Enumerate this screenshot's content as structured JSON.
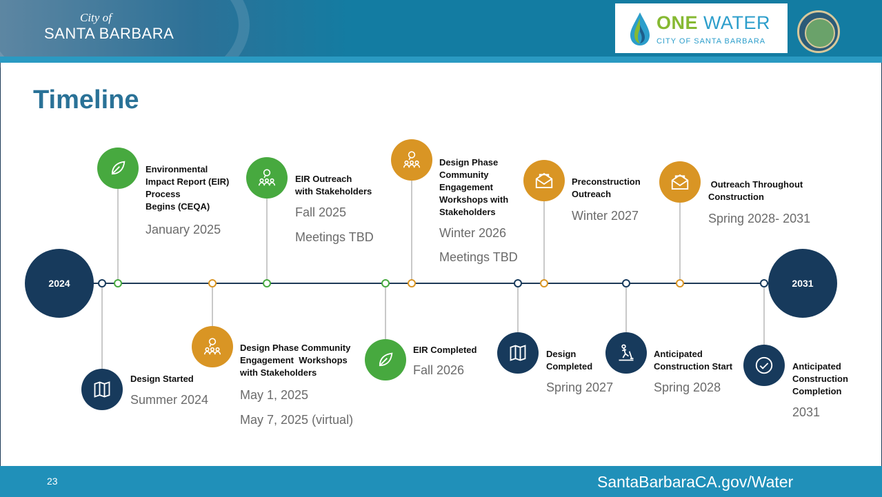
{
  "header": {
    "city_of": "City of",
    "city_name": "SANTA BARBARA",
    "logo_title_one": "ONE",
    "logo_title_water": "WATER",
    "logo_subtitle": "CITY OF SANTA BARBARA"
  },
  "slide": {
    "title": "Timeline",
    "page_number": "23",
    "url": "SantaBarbaraCA.gov/Water"
  },
  "endpoints": {
    "start": "2024",
    "end": "2031"
  },
  "milestones": [
    {
      "label": [
        "Design Started"
      ],
      "subs": [
        "Summer 2024"
      ],
      "icon": "map-icon",
      "color": "#173a5c"
    },
    {
      "label": [
        "Environmental",
        "Impact Report (EIR)",
        "Process",
        "Begins (CEQA)"
      ],
      "subs": [
        "January 2025"
      ],
      "icon": "leaf-icon",
      "color": "#47a93f"
    },
    {
      "label": [
        "Design Phase Community",
        "Engagement  Workshops",
        "with Stakeholders"
      ],
      "subs": [
        "May 1, 2025",
        "May 7, 2025 (virtual)"
      ],
      "icon": "people-icon",
      "color": "#d99524"
    },
    {
      "label": [
        "EIR Outreach",
        "with Stakeholders"
      ],
      "subs": [
        "Fall 2025",
        "Meetings TBD"
      ],
      "icon": "people-icon",
      "color": "#47a93f"
    },
    {
      "label": [
        "EIR Completed"
      ],
      "subs": [
        "Fall 2026"
      ],
      "icon": "leaf-icon",
      "color": "#47a93f"
    },
    {
      "label": [
        "Design Phase",
        "Community",
        "Engagement",
        "Workshops with",
        "Stakeholders"
      ],
      "subs": [
        "Winter 2026",
        "Meetings TBD"
      ],
      "icon": "people-icon",
      "color": "#d99524"
    },
    {
      "label": [
        "Design",
        "Completed"
      ],
      "subs": [
        "Spring 2027"
      ],
      "icon": "map-icon",
      "color": "#173a5c"
    },
    {
      "label": [
        "Preconstruction",
        "Outreach"
      ],
      "subs": [
        "Winter 2027"
      ],
      "icon": "mail-icon",
      "color": "#d99524"
    },
    {
      "label": [
        "Anticipated",
        "Construction Start"
      ],
      "subs": [
        "Spring 2028"
      ],
      "icon": "shovel-icon",
      "color": "#173a5c"
    },
    {
      "label": [
        " Outreach Throughout",
        "Construction"
      ],
      "subs": [
        "Spring 2028- 2031"
      ],
      "icon": "mail-icon",
      "color": "#d99524"
    },
    {
      "label": [
        "Anticipated",
        "Construction",
        "Completion"
      ],
      "subs": [
        "2031"
      ],
      "icon": "check-icon",
      "color": "#173a5c"
    }
  ]
}
